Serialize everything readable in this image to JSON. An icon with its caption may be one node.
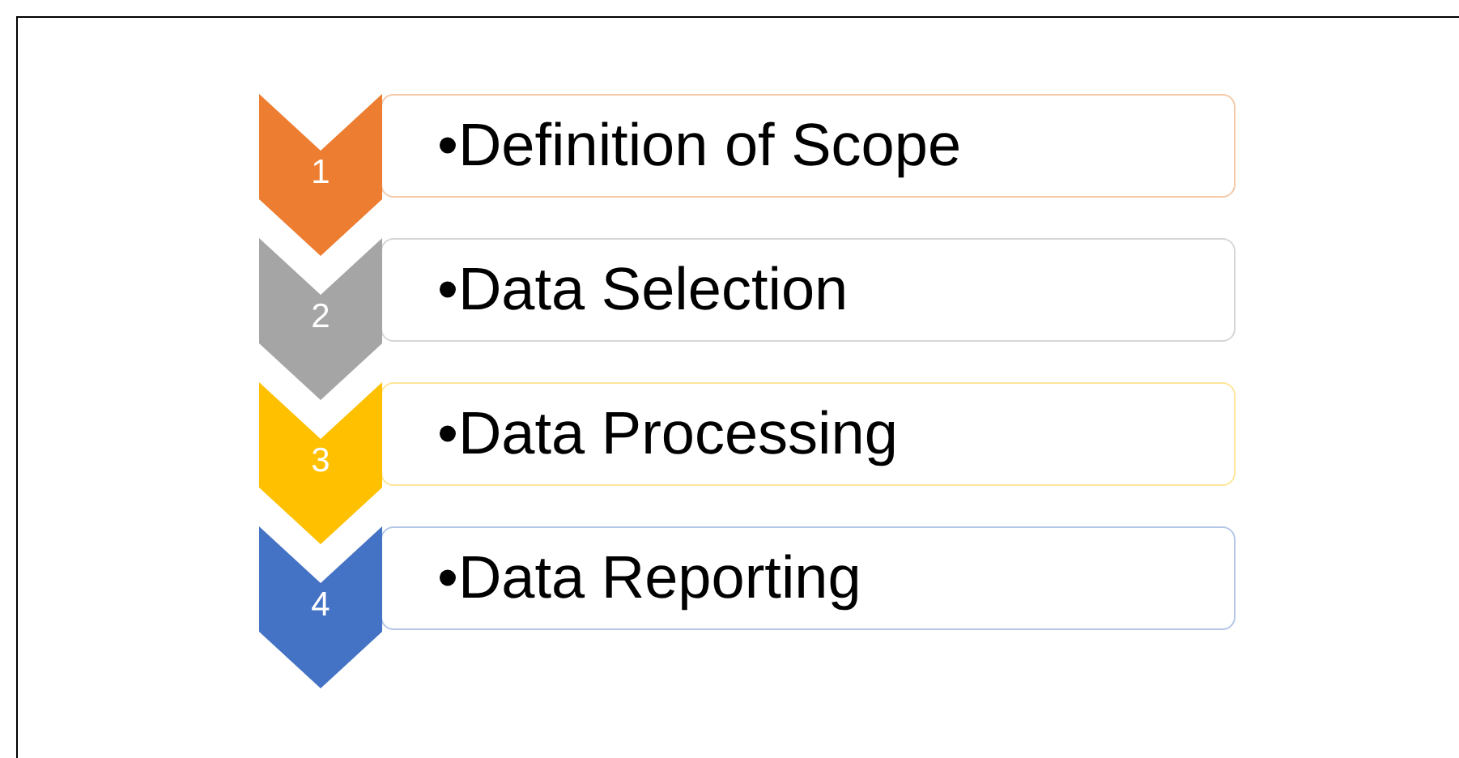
{
  "diagram": {
    "nodes": [
      {
        "text": [
          "1"
        ]
      },
      {
        "text": [
          "•Definition of Scope"
        ]
      },
      {
        "text": [
          "2"
        ]
      },
      {
        "text": [
          "•Data Selection"
        ]
      },
      {
        "text": [
          "3"
        ]
      },
      {
        "text": [
          "•Data Processing"
        ]
      },
      {
        "text": [
          "4"
        ]
      },
      {
        "text": [
          "•Data Reporting"
        ]
      }
    ]
  }
}
